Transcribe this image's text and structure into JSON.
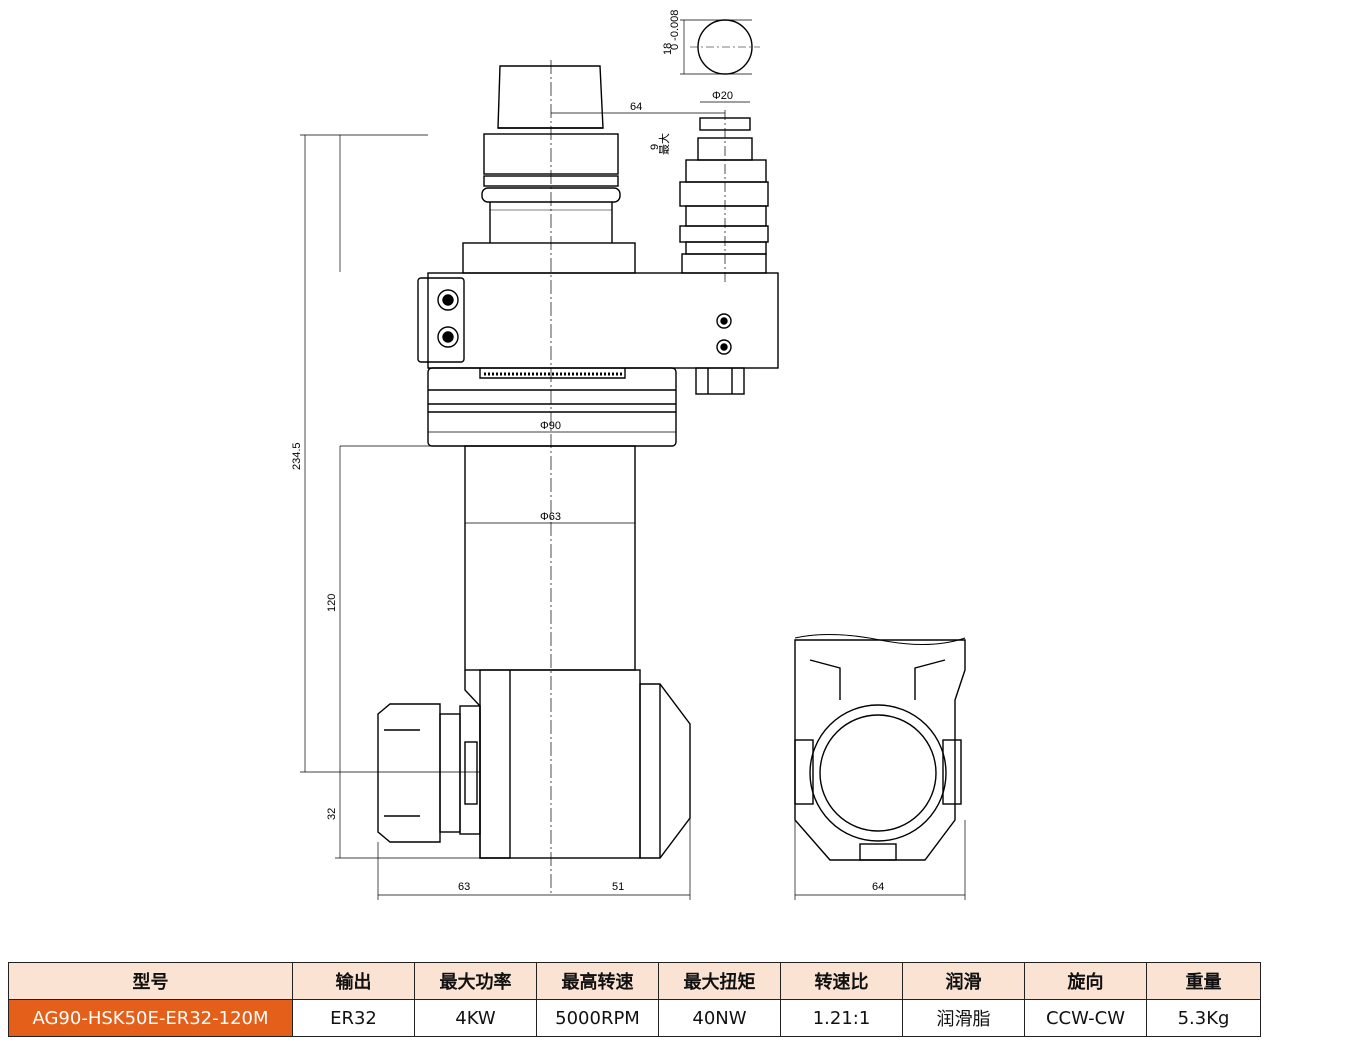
{
  "drawing": {
    "dimensions": {
      "top_tolerance_main": "18",
      "top_tolerance_sub": "0 -0.008",
      "offset_64_top": "64",
      "phi20": "Φ20",
      "nine": "9",
      "nine_sub": "最大",
      "overall_height": "234.5",
      "phi90": "Φ90",
      "phi63": "Φ63",
      "length_120": "120",
      "length_32": "32",
      "bottom_63": "63",
      "bottom_51": "51",
      "side_64": "64"
    }
  },
  "table": {
    "headers": [
      "型号",
      "输出",
      "最大功率",
      "最高转速",
      "最大扭矩",
      "转速比",
      "润滑",
      "旋向",
      "重量"
    ],
    "row": [
      "AG90-HSK50E-ER32-120M",
      "ER32",
      "4KW",
      "5000RPM",
      "40NW",
      "1.21:1",
      "润滑脂",
      "CCW-CW",
      "5.3Kg"
    ]
  },
  "colors": {
    "header_bg": "#fbe3d3",
    "model_bg": "#e35f1a"
  }
}
